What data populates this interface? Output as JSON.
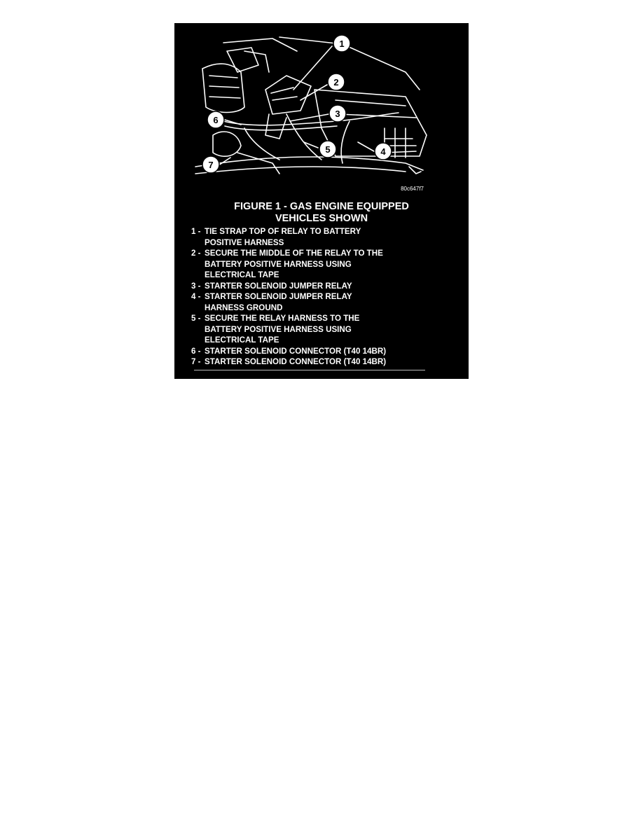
{
  "figure": {
    "part_number": "80c647f7",
    "callouts": [
      "1",
      "2",
      "3",
      "4",
      "5",
      "6",
      "7"
    ],
    "title_lines": [
      "FIGURE 1 - GAS ENGINE EQUIPPED",
      "VEHICLES SHOWN"
    ],
    "legend": [
      {
        "num": "1 -",
        "lines": [
          "TIE STRAP TOP OF RELAY TO BATTERY",
          "POSITIVE HARNESS"
        ]
      },
      {
        "num": "2 -",
        "lines": [
          "SECURE THE MIDDLE OF THE RELAY TO THE",
          "BATTERY POSITIVE HARNESS USING",
          "ELECTRICAL TAPE"
        ]
      },
      {
        "num": "3 -",
        "lines": [
          "STARTER SOLENOID JUMPER RELAY"
        ]
      },
      {
        "num": "4 -",
        "lines": [
          "STARTER SOLENOID JUMPER RELAY",
          "HARNESS GROUND"
        ]
      },
      {
        "num": "5 -",
        "lines": [
          "SECURE THE RELAY HARNESS TO THE",
          "BATTERY POSITIVE HARNESS USING",
          "ELECTRICAL TAPE"
        ]
      },
      {
        "num": "6 -",
        "lines": [
          "STARTER SOLENOID  CONNECTOR (T40 14BR)"
        ]
      },
      {
        "num": "7 -",
        "lines": [
          "STARTER SOLENOID  CONNECTOR (T40 14BR)"
        ]
      }
    ]
  }
}
